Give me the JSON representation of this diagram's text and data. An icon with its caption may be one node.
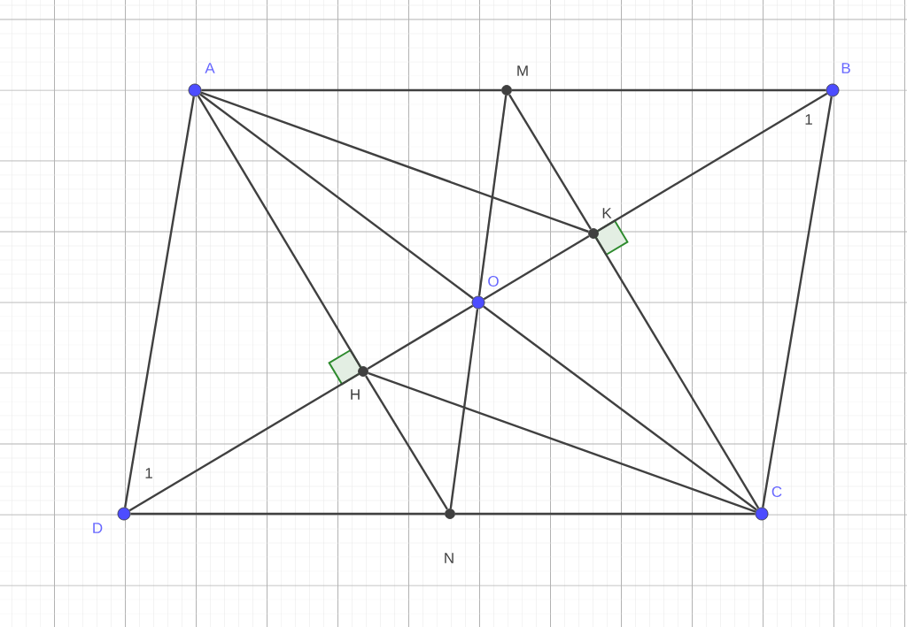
{
  "diagram": {
    "nodes": [
      {
        "text": [],
        "shape": "circle",
        "beside": [
          "A"
        ]
      },
      {
        "text": [],
        "shape": "circle",
        "beside": [
          "M"
        ]
      },
      {
        "text": [],
        "shape": "circle",
        "beside": [
          "B"
        ]
      },
      {
        "text": [],
        "shape": "circle",
        "beside": [
          "K"
        ]
      },
      {
        "text": [],
        "shape": "circle",
        "beside": [
          "O"
        ]
      },
      {
        "text": [],
        "shape": "circle",
        "beside": [
          "H"
        ]
      },
      {
        "text": [],
        "shape": "circle",
        "beside": [
          "D"
        ]
      },
      {
        "text": [],
        "shape": "circle",
        "beside": [
          "N"
        ]
      },
      {
        "text": [],
        "shape": "circle",
        "beside": [
          "C"
        ]
      }
    ],
    "edges": [
      {
        "from": 0,
        "to": 1,
        "arrow": "none"
      },
      {
        "from": 1,
        "to": 2,
        "arrow": "none"
      },
      {
        "from": 0,
        "to": 6,
        "arrow": "none"
      },
      {
        "from": 2,
        "to": 8,
        "arrow": "none"
      },
      {
        "from": 6,
        "to": 7,
        "arrow": "none"
      },
      {
        "from": 7,
        "to": 8,
        "arrow": "none"
      },
      {
        "from": 6,
        "to": 5,
        "arrow": "none"
      },
      {
        "from": 5,
        "to": 4,
        "arrow": "none"
      },
      {
        "from": 4,
        "to": 3,
        "arrow": "none"
      },
      {
        "from": 3,
        "to": 2,
        "arrow": "none"
      },
      {
        "from": 0,
        "to": 4,
        "arrow": "none"
      },
      {
        "from": 4,
        "to": 8,
        "arrow": "none"
      },
      {
        "from": 0,
        "to": 3,
        "arrow": "none"
      },
      {
        "from": 5,
        "to": 8,
        "arrow": "none"
      },
      {
        "from": 0,
        "to": 5,
        "arrow": "none"
      },
      {
        "from": 5,
        "to": 7,
        "arrow": "none"
      },
      {
        "from": 1,
        "to": 3,
        "arrow": "none"
      },
      {
        "from": 3,
        "to": 8,
        "arrow": "none"
      },
      {
        "from": 1,
        "to": 4,
        "arrow": "none"
      },
      {
        "from": 4,
        "to": 7,
        "arrow": "none"
      }
    ],
    "labels": [
      "1",
      "1"
    ]
  }
}
